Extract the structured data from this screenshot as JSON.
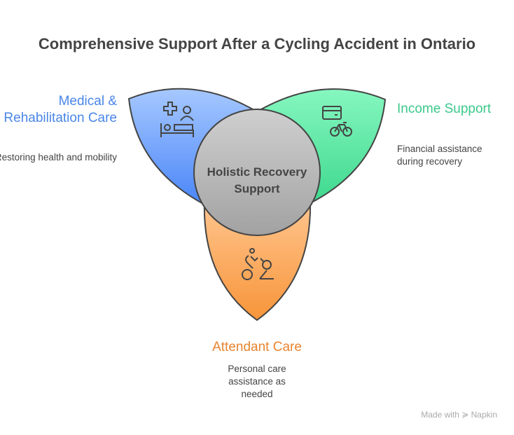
{
  "title": "Comprehensive Support After a Cycling Accident in Ontario",
  "center": {
    "label": "Holistic Recovery Support"
  },
  "sections": [
    {
      "heading": "Medical & Rehabilitation Care",
      "description": "Restoring health and mobility",
      "color": "#4a86e8",
      "icon": "medical-bed-icon"
    },
    {
      "heading": "Income Support",
      "description": "Financial assistance during recovery",
      "color": "#3cc88a",
      "icon": "card-bicycle-icon"
    },
    {
      "heading": "Attendant Care",
      "description": "Personal care assistance as needed",
      "color": "#e8842f",
      "icon": "cyclist-icon"
    }
  ],
  "branding": "Made with ≽ Napkin"
}
